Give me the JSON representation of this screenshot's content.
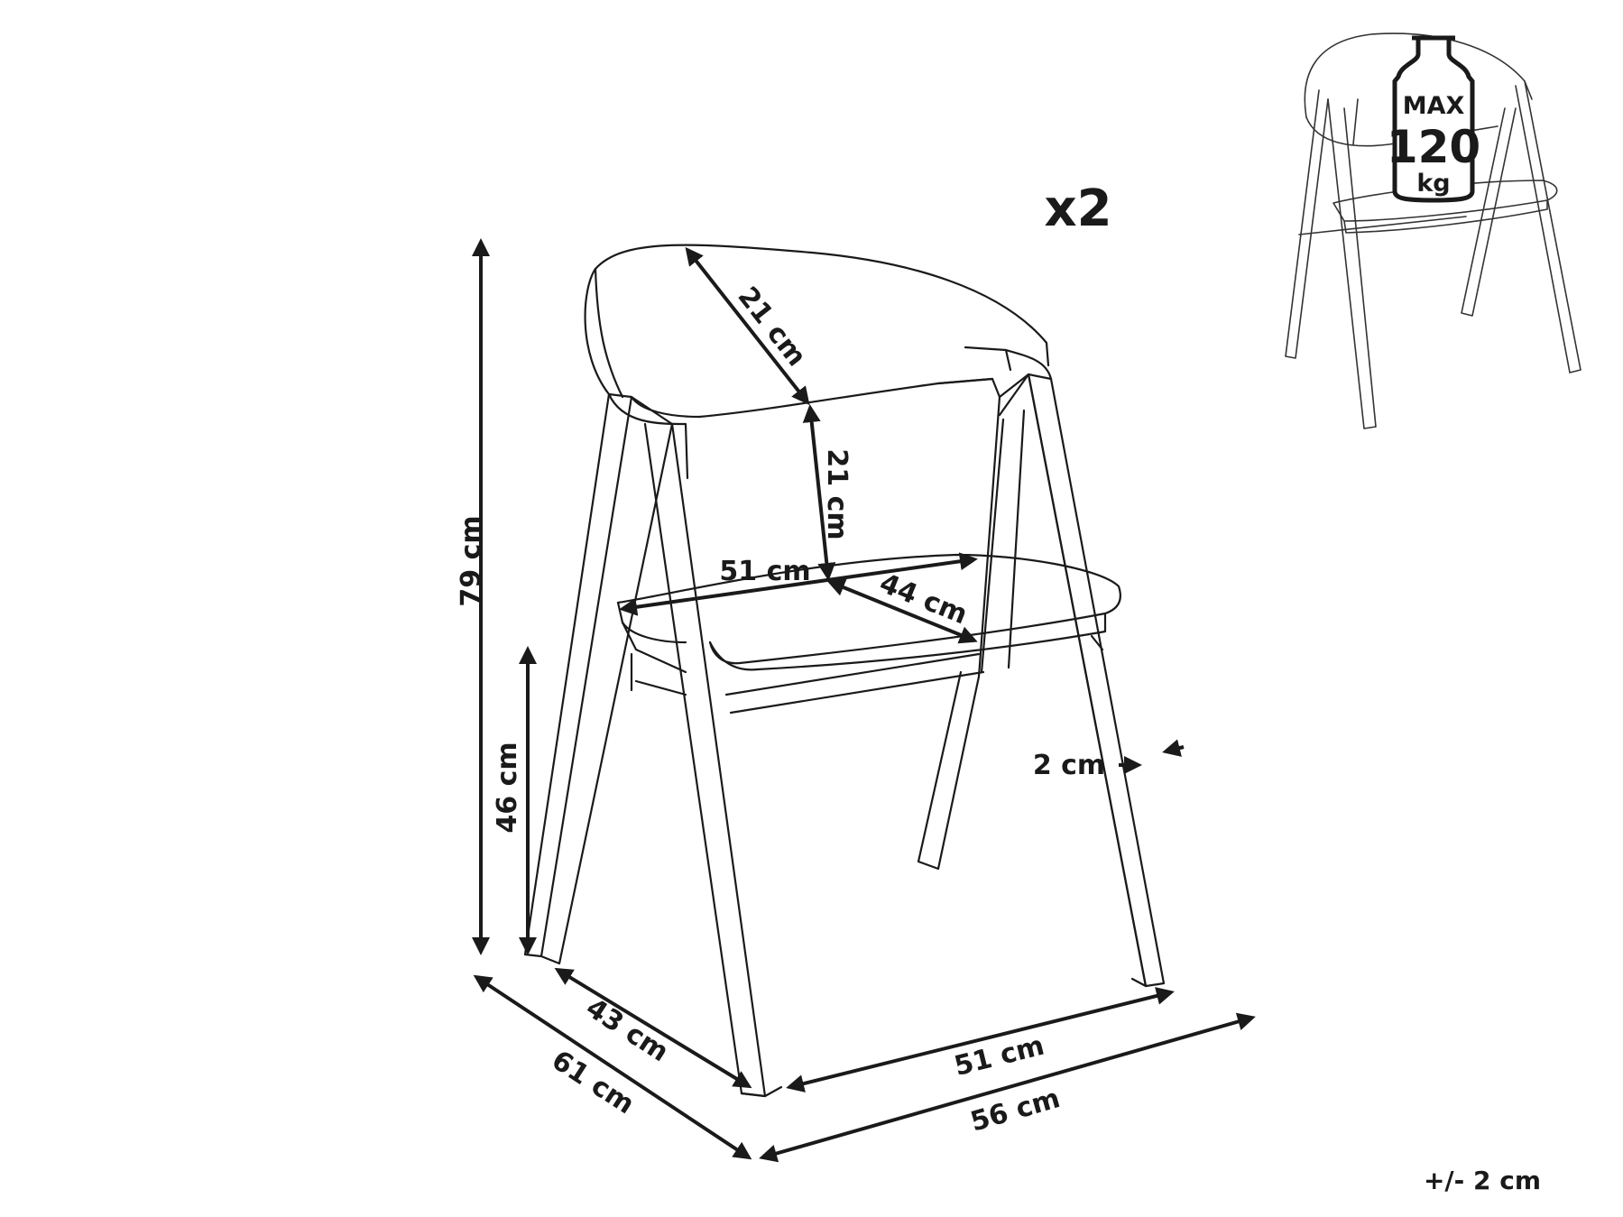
{
  "quantity": "x2",
  "tolerance": "+/- 2 cm",
  "max_load": {
    "line1": "MAX",
    "line2": "120",
    "line3": "kg"
  },
  "dimensions": {
    "total_height": "79 cm",
    "seat_height": "46 cm",
    "backrest_height_upper": "21 cm",
    "backrest_height_lower": "21 cm",
    "seat_width": "51 cm",
    "seat_depth": "44 cm",
    "leg_thickness": "2 cm",
    "inner_depth": "43 cm",
    "overall_depth": "61 cm",
    "inner_width": "51 cm",
    "overall_width": "56 cm"
  }
}
